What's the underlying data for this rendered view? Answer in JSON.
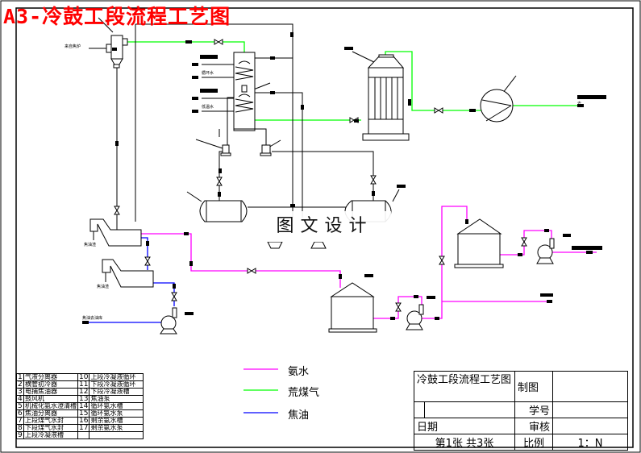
{
  "title": "A3-冷鼓工段流程工艺图",
  "watermark": "图文设计",
  "colors": {
    "ammonia_water": "#ff00ff",
    "raw_gas": "#00ff00",
    "tar": "#0000ff",
    "title": "#ff0000"
  },
  "legend": [
    {
      "label": "氨水",
      "color": "#ff00ff"
    },
    {
      "label": "荒煤气",
      "color": "#00ff00"
    },
    {
      "label": "焦油",
      "color": "#0000ff"
    }
  ],
  "stream_labels": {
    "gas_inlet": "来自焦炉",
    "tar_residue_1": "焦油渣",
    "tar_residue_2": "焦油渣",
    "tar_to_storage": "焦油去油库",
    "upper_cooling_water_1": "循环水",
    "upper_cooling_water_2": "低温水",
    "gas_outlet": "去"
  },
  "parts_list": [
    {
      "no": "1",
      "name": "气液分离器"
    },
    {
      "no": "2",
      "name": "横管初冷器"
    },
    {
      "no": "3",
      "name": "电捕焦油器"
    },
    {
      "no": "4",
      "name": "鼓风机"
    },
    {
      "no": "5",
      "name": "机械化氨水澄清槽"
    },
    {
      "no": "6",
      "name": "焦油分离器"
    },
    {
      "no": "7",
      "name": "上段煤气水封"
    },
    {
      "no": "8",
      "name": "下段煤气水封"
    },
    {
      "no": "9",
      "name": "上段冷凝液槽"
    },
    {
      "no": "10",
      "name": "上段冷凝液循环"
    },
    {
      "no": "11",
      "name": "下段冷凝液循环"
    },
    {
      "no": "12",
      "name": "下段冷凝液槽"
    },
    {
      "no": "13",
      "name": "焦油泵"
    },
    {
      "no": "14",
      "name": "循环氨水槽"
    },
    {
      "no": "15",
      "name": "循环氨水泵"
    },
    {
      "no": "16",
      "name": "剩余氨水槽"
    },
    {
      "no": "17",
      "name": "剩余氨水泵"
    }
  ],
  "title_block": {
    "drawing_name": "冷鼓工段流程工艺图",
    "drawn_by_label": "制图",
    "drawn_by_value": "",
    "student_no_label": "学号",
    "student_no_value": "",
    "date_label": "日期",
    "date_value": "",
    "reviewer_label": "审核",
    "reviewer_value": "",
    "sheet": "第1张  共3张",
    "scale_label": "比例",
    "scale_value": "1：N"
  }
}
